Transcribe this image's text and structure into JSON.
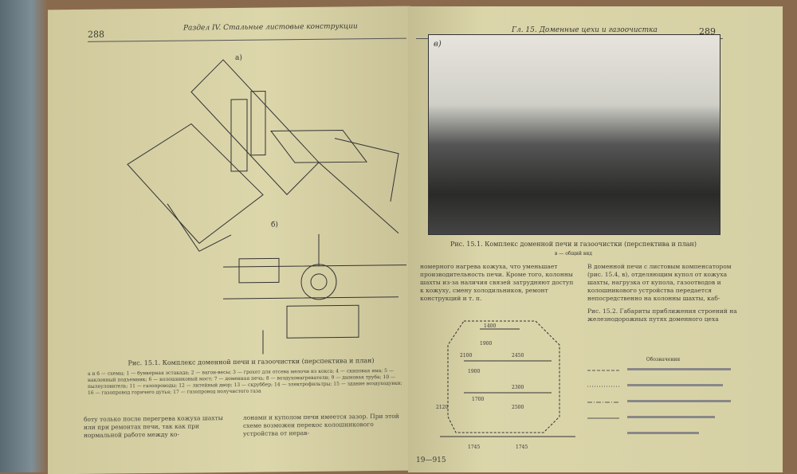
{
  "left_page": {
    "page_number": "288",
    "running_head": "Раздел IV. Стальные листовые конструкции",
    "figure_label_a": "а)",
    "figure_label_b": "б)",
    "figure_caption": "Рис. 15.1. Комплекс доменной печи и газоочистки (перспектива и план)",
    "figure_legend": "а и б — схемы; 1 — бункерная эстакада; 2 — вагон-весы; 3 — грохот для отсева мелочи из кокса; 4 — скиповая яма; 5 — наклонный подъемник; 6 — колошниковый мост; 7 — доменная печь; 8 — воздухонагреватели; 9 — дымовая труба; 10 — пылеуловитель; 11 — газопроводы; 12 — литейный двор; 13 — скруббер; 14 — электрофильтры; 15 — здание воздуходувки; 16 — газопровод горячего дутья; 17 — газопровод получистого газа",
    "body_text": "боту только после перегрева кожуха шахты или при ремонтах печи, так как при нормальной работе между ко-"
  },
  "right_page": {
    "page_number": "289",
    "running_head": "Гл. 15. Доменные цехи и газоочистка",
    "photo_label": "в)",
    "figure_caption": "Рис. 15.1. Комплекс доменной печи и газоочистки (перспектива и план)",
    "figure_subcaption": "в — общий вид",
    "continued_text": "лонами и куполом печи имеется зазор. При этой схеме возможен перекос колошникового устройства от нерав-",
    "body_text_left": "номерного нагрева кожуха, что уменьшает производительность печи. Кроме того, колонны шахты из-за наличия связей затрудняют доступ к кожуху, смену холодильников, ремонт конструкций и т. п.",
    "body_text_right": "В доменной печи с листовым компенсатором (рис. 15.4, в), отделяющим купол от кожуха шахты, нагрузка от купола, газоотводов и колошникового устройства передается непосредственно на колонны шахты, каб-",
    "figure2_caption": "Рис. 15.2. Габариты приближения строений на железнодорожных путях доменного цеха",
    "figure2_legend_title": "Обозначения",
    "dimensions": [
      "1400",
      "1900",
      "2100",
      "2450",
      "1900",
      "2300",
      "1700",
      "2500",
      "2120",
      "1745",
      "1745"
    ],
    "signature": "19—915"
  }
}
